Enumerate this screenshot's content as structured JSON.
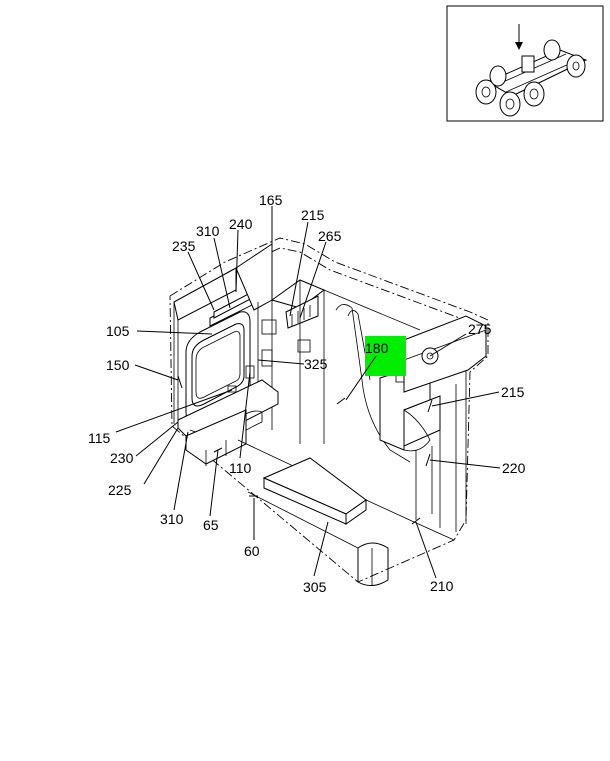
{
  "highlight_color": "#00ee00",
  "callouts": {
    "c105": "105",
    "c110": "110",
    "c115": "115",
    "c150": "150",
    "c165": "165",
    "c180": "180",
    "c210": "210",
    "c215a": "215",
    "c215b": "215",
    "c220": "220",
    "c225": "225",
    "c230": "230",
    "c235": "235",
    "c240": "240",
    "c265": "265",
    "c275": "275",
    "c305": "305",
    "c310a": "310",
    "c310b": "310",
    "c325": "325",
    "c60": "60",
    "c65": "65"
  }
}
